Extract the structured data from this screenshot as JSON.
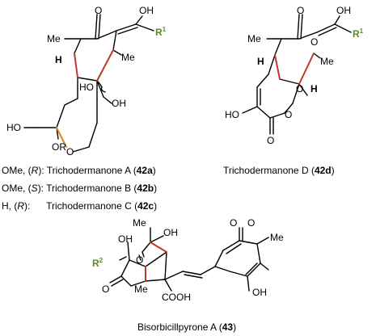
{
  "colors": {
    "bond": "#000000",
    "highlight_bond": "#c0392b",
    "orange_bond": "#e08a1e",
    "r_group": "#5a8a2a"
  },
  "structures": [
    {
      "id": "42-series",
      "atoms": {
        "o_top": "O",
        "oh_top": "OH",
        "me": "Me",
        "r1": "R",
        "r1_sup": "1",
        "h": "H",
        "me2": "Me",
        "ho": "HO",
        "oh_mid": "OH",
        "ho_left": "HO",
        "o_ring": "O",
        "or": "OR"
      },
      "captions": [
        {
          "prefix": "OMe, (",
          "stereo": "R",
          "mid": "): Trichodermanone A (",
          "code": "42a",
          "suffix": ")"
        },
        {
          "prefix": "OMe, (",
          "stereo": "S",
          "mid": "): Trichodermanone B (",
          "code": "42b",
          "suffix": ")"
        },
        {
          "prefix": "H, (",
          "stereo": "R",
          "mid": "):      Trichodermanone C (",
          "code": "42c",
          "suffix": ")"
        }
      ]
    },
    {
      "id": "42d",
      "atoms": {
        "o_top": "O",
        "oh_top": "OH",
        "me": "Me",
        "o2": "O",
        "r1": "R",
        "r1_sup": "1",
        "h": "H",
        "me2": "Me",
        "o_mid": "O",
        "h2": "H",
        "ho": "HO",
        "o_ring": "O",
        "o_bottom": "O"
      },
      "caption": {
        "name": "Trichodermanone D (",
        "code": "42d",
        "suffix": ")"
      }
    },
    {
      "id": "43",
      "atoms": {
        "me_top": "Me",
        "oh_top": "OH",
        "oh_left": "OH",
        "o_top": "O",
        "o_ring_top": "O",
        "o_right": "O",
        "me_right": "Me",
        "r2": "R",
        "r2_sup": "2",
        "o_left": "O",
        "me_bottom": "Me",
        "cooh": "COOH",
        "oh_bottom": "OH"
      },
      "caption": {
        "name": "Bisorbicillpyrone A (",
        "code": "43",
        "suffix": ")"
      }
    }
  ]
}
